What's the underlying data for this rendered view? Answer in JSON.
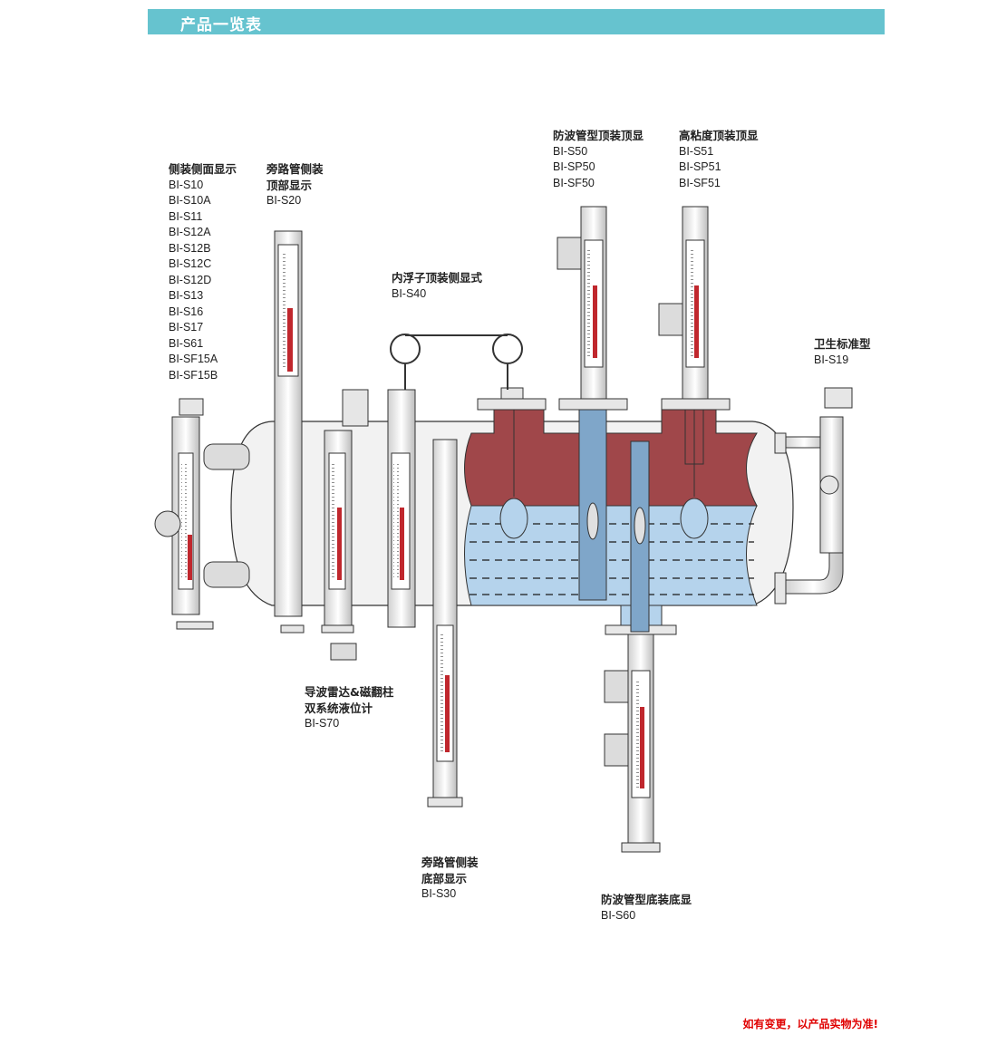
{
  "header": {
    "title": "产品一览表"
  },
  "labels": {
    "side_front": {
      "title": "侧装侧面显示",
      "models": [
        "BI-S10",
        "BI-S10A",
        "BI-S11",
        "BI-S12A",
        "BI-S12B",
        "BI-S12C",
        "BI-S12D",
        "BI-S13",
        "BI-S16",
        "BI-S17",
        "BI-S61",
        "BI-SF15A",
        "BI-SF15B"
      ]
    },
    "bypass_top": {
      "title": "旁路管侧装",
      "title2": "顶部显示",
      "models": [
        "BI-S20"
      ]
    },
    "inner_float": {
      "title": "内浮子顶装侧显式",
      "models": [
        "BI-S40"
      ]
    },
    "wave_top": {
      "title": "防波管型顶装顶显",
      "models": [
        "BI-S50",
        "BI-SP50",
        "BI-SF50"
      ]
    },
    "viscous_top": {
      "title": "高粘度顶装顶显",
      "models": [
        "BI-S51",
        "BI-SP51",
        "BI-SF51"
      ]
    },
    "sanitary": {
      "title": "卫生标准型",
      "models": [
        "BI-S19"
      ]
    },
    "radar_dual": {
      "title": "导波雷达&磁翻柱",
      "title2": "双系统液位计",
      "models": [
        "BI-S70"
      ]
    },
    "bypass_bottom": {
      "title": "旁路管侧装",
      "title2": "底部显示",
      "models": [
        "BI-S30"
      ]
    },
    "wave_bottom": {
      "title": "防波管型底装底显",
      "models": [
        "BI-S60"
      ]
    }
  },
  "footer": {
    "note": "如有变更，以产品实物为准!"
  },
  "colors": {
    "header": "#66c3cf",
    "upper_fluid": "#a0474a",
    "lower_fluid": "#b5d3ec",
    "gauge_red": "#c0272d",
    "note": "#e00000"
  }
}
